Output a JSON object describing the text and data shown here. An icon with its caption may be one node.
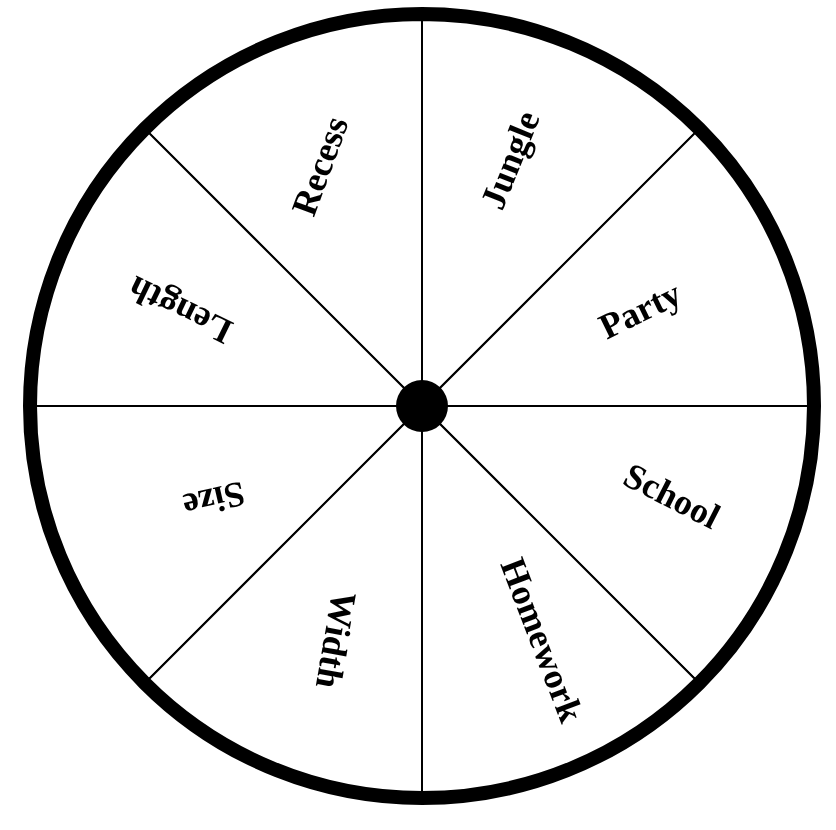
{
  "diagram": {
    "nodes": [
      {
        "text": [],
        "shape": "circle"
      },
      {
        "text": [
          "Recess"
        ],
        "in": 0
      },
      {
        "text": [
          "Jungle"
        ],
        "in": 0
      },
      {
        "text": [
          "Length"
        ],
        "in": 0
      },
      {
        "text": [
          "Party"
        ],
        "in": 0
      },
      {
        "text": [
          "Size"
        ],
        "in": 0
      },
      {
        "text": [
          "School"
        ],
        "in": 0
      },
      {
        "text": [
          "Width"
        ],
        "in": 0
      },
      {
        "text": [
          "Homework"
        ],
        "in": 0
      },
      {
        "text": [],
        "shape": "circle",
        "in": 0
      }
    ]
  }
}
